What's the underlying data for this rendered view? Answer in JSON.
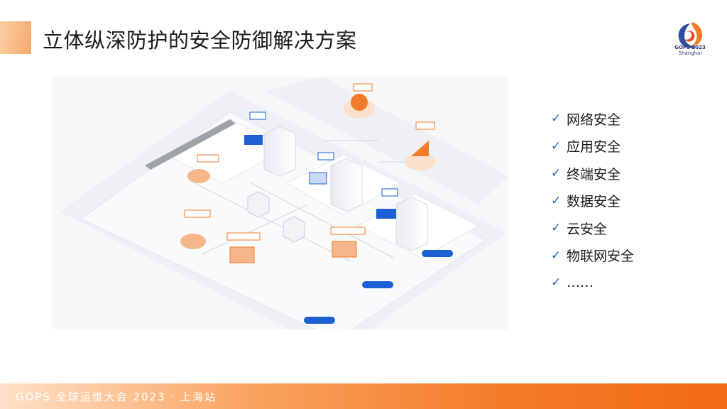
{
  "slide": {
    "title": "立体纵深防护的安全防御解决方案"
  },
  "logo": {
    "line1": "GOPS 2023",
    "line2": "Shanghai"
  },
  "checklist": {
    "items": [
      {
        "text": "网络安全"
      },
      {
        "text": "应用安全"
      },
      {
        "text": "终端安全"
      },
      {
        "text": "数据安全"
      },
      {
        "text": "云安全"
      },
      {
        "text": "物联网安全"
      },
      {
        "text": "……"
      }
    ]
  },
  "footer": {
    "text": "GOPS 全球运维大会 2023 · 上海站"
  },
  "colors": {
    "accent_orange": "#f47b27",
    "check_blue": "#2466b8",
    "diagram_blue": "#1f5fd6"
  },
  "icons": {
    "check": "check-mark-icon",
    "server": "server-icon",
    "cloud": "cloud-icon",
    "satellite": "satellite-dish-icon"
  }
}
